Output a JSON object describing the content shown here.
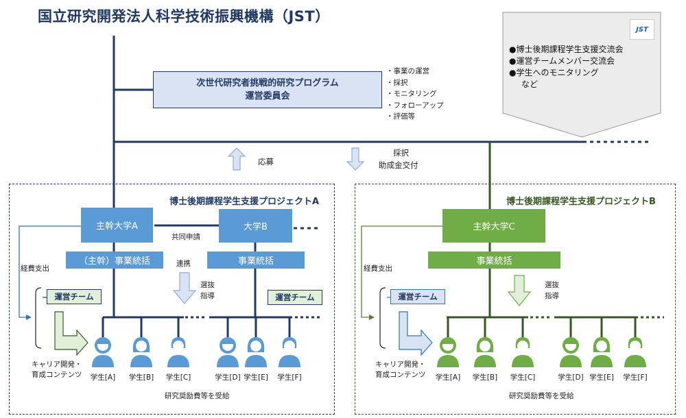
{
  "title": "国立研究開発法人科学技術振興機構（JST）",
  "notice": {
    "logo_text": "JST",
    "items": [
      "●博士後期課程学生支援交流会",
      "●運営チームメンバー交流会",
      "●学生へのモニタリング"
    ],
    "etc": "など"
  },
  "committee": {
    "line1": "次世代研究者挑戦的研究プログラム",
    "line2": "運営委員会",
    "tasks": [
      "・事業の運営",
      "・採択",
      "・モニタリング",
      "・フォローアップ",
      "・評価等"
    ]
  },
  "flow": {
    "apply": "応募",
    "select": "採択",
    "grant": "助成金交付"
  },
  "projectA": {
    "title": "博士後期課程学生支援プロジェクトA",
    "univ_main": "主幹大学A",
    "univ_partner": "大学B",
    "joint": "共同申請",
    "mgmt_main": "（主幹）事業統括",
    "mgmt_partner": "事業統括",
    "coop": "連携",
    "guide1": "選抜",
    "guide2": "指導",
    "expense": "経費支出",
    "team": "運営チーム",
    "team2": "運営チーム",
    "career1": "キャリア開発・",
    "career2": "育成コンテンツ",
    "students": [
      "学生[A]",
      "学生[B]",
      "学生[C]",
      "学生[D]",
      "学生[E]",
      "学生[F]"
    ],
    "funding": "研究奨励費等を受給"
  },
  "projectB": {
    "title": "博士後期課程学生支援プロジェクトB",
    "univ_main": "主幹大学C",
    "mgmt": "事業統括",
    "guide1": "選抜",
    "guide2": "指導",
    "expense": "経費支出",
    "team": "運営チーム",
    "career1": "キャリア開発・",
    "career2": "育成コンテンツ",
    "students": [
      "学生[A]",
      "学生[B]",
      "学生[C]",
      "学生[D]",
      "学生[E]",
      "学生[F]"
    ],
    "funding": "研究奨励費等を受給"
  },
  "colors": {
    "navy": "#1f3864",
    "blue_box": "#5b9bd5",
    "green_dark": "#375623",
    "green_box": "#70ad47",
    "light_blue": "#dae3f3",
    "light_green": "#e2f0d9"
  }
}
